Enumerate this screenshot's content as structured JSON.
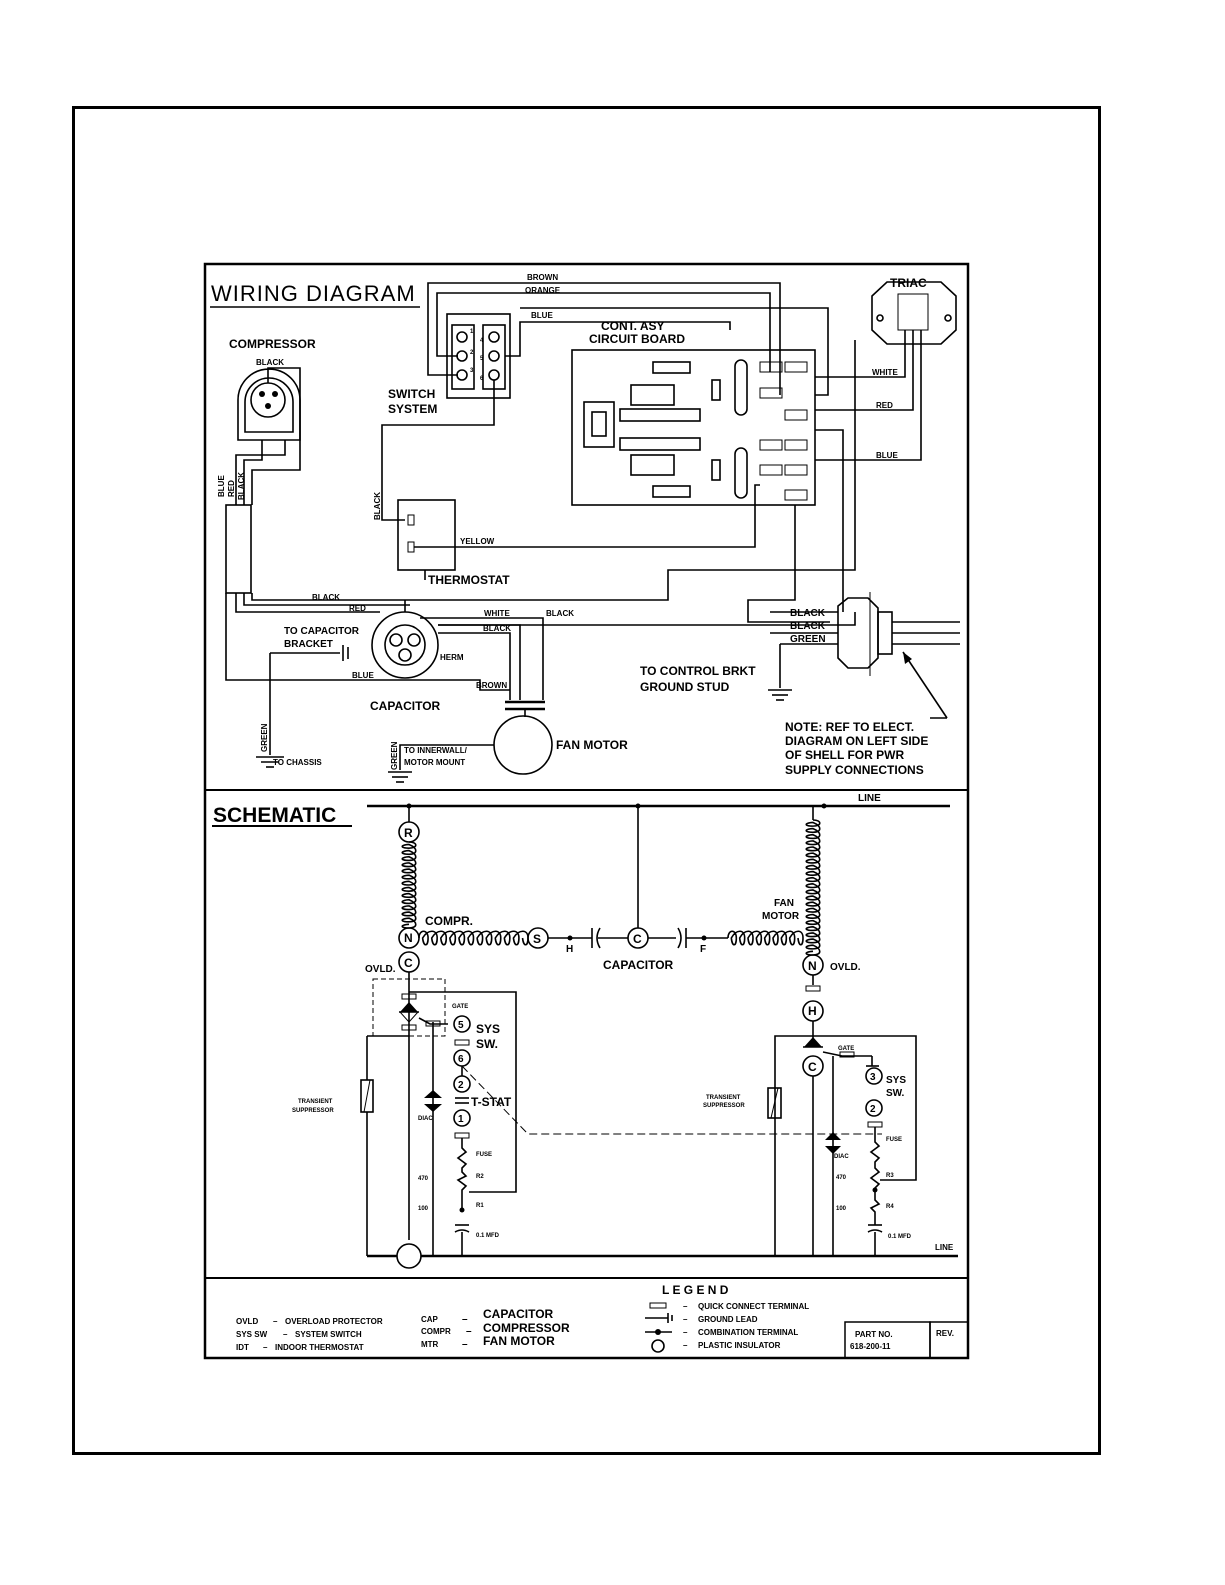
{
  "wiring": {
    "title": "WIRING DIAGRAM",
    "compressor": "COMPRESSOR",
    "triac": "TRIAC",
    "board_line1": "CONT. ASY",
    "board_line2": "CIRCUIT BOARD",
    "switch_line1": "SWITCH",
    "switch_line2": "SYSTEM",
    "thermostat": "THERMOSTAT",
    "capacitor": "CAPACITOR",
    "cap_bracket_line1": "TO CAPACITOR",
    "cap_bracket_line2": "BRACKET",
    "herm": "HERM",
    "fan_motor": "FAN MOTOR",
    "to_chassis": "TO CHASSIS",
    "innerwall_line1": "TO INNERWALL/",
    "innerwall_line2": "MOTOR MOUNT",
    "ground_line1": "TO CONTROL BRKT",
    "ground_line2": "GROUND STUD",
    "note_line1": "NOTE: REF TO ELECT.",
    "note_line2": "DIAGRAM ON LEFT SIDE",
    "note_line3": "OF SHELL FOR PWR",
    "note_line4": "SUPPLY CONNECTIONS",
    "wires": {
      "brown": "BROWN",
      "orange": "ORANGE",
      "blue": "BLUE",
      "black": "BLACK",
      "red": "RED",
      "white": "WHITE",
      "yellow": "YELLOW",
      "green": "GREEN"
    },
    "switch_terminals": [
      "1",
      "2",
      "3",
      "4",
      "5",
      "6"
    ]
  },
  "schematic": {
    "title": "SCHEMATIC",
    "line": "LINE",
    "r": "R",
    "c": "C",
    "s": "S",
    "h": "H",
    "f": "F",
    "compr": "COMPR.",
    "capacitor": "CAPACITOR",
    "fan_line1": "FAN",
    "fan_line2": "MOTOR",
    "ovld": "OVLD.",
    "gate": "GATE",
    "sys": "SYS",
    "sw": "SW.",
    "t_stat": "T-STAT",
    "diac": "DIAC",
    "fuse": "FUSE",
    "r1": "R1",
    "r2": "R2",
    "r3": "R3",
    "r4": "R4",
    "v470": "470",
    "v100": "100",
    "mfd": "0.1 MFD",
    "transient_line1": "TRANSIENT",
    "transient_line2": "SUPPRESSOR",
    "n5": "5",
    "n6": "6",
    "n2": "2",
    "n1": "1",
    "n3": "3"
  },
  "legend": {
    "title": "L E G E N D",
    "abbrev": [
      {
        "key": "OVLD",
        "desc": "OVERLOAD PROTECTOR"
      },
      {
        "key": "SYS SW",
        "desc": "SYSTEM SWITCH"
      },
      {
        "key": "IDT",
        "desc": "INDOOR THERMOSTAT"
      }
    ],
    "abbrev2": [
      {
        "key": "CAP",
        "desc": "CAPACITOR"
      },
      {
        "key": "COMPR",
        "desc": "COMPRESSOR"
      },
      {
        "key": "MTR",
        "desc": "FAN MOTOR"
      }
    ],
    "symbols": [
      "QUICK CONNECT TERMINAL",
      "GROUND LEAD",
      "COMBINATION TERMINAL",
      "PLASTIC INSULATOR"
    ],
    "dash": "–",
    "part_no_label": "PART NO.",
    "part_no_value": "618-200-11",
    "rev": "REV."
  }
}
